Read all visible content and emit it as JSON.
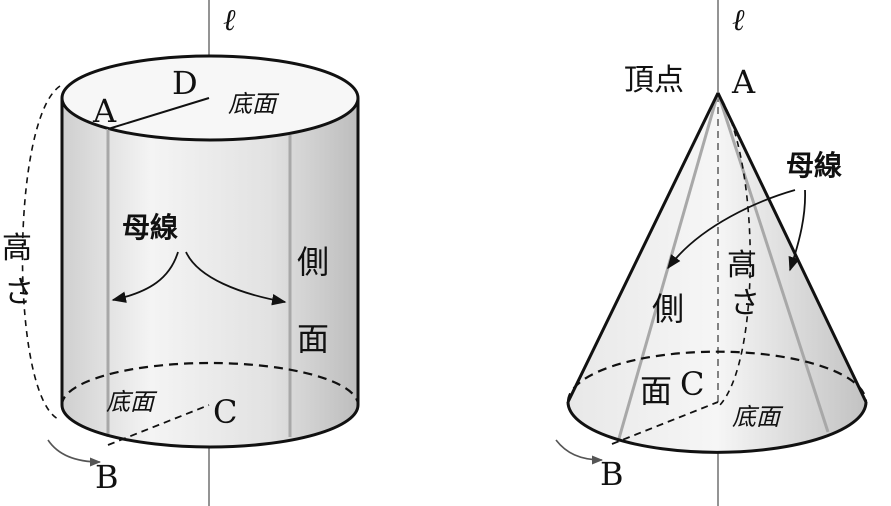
{
  "axis_symbol": "ℓ",
  "cylinder": {
    "point_a": "A",
    "point_b": "B",
    "point_c": "C",
    "point_d": "D",
    "top_base": "底面",
    "bottom_base": "底面",
    "generatrix": "母線",
    "lateral_1": "側",
    "lateral_2": "面",
    "height_1": "高",
    "height_2": "さ"
  },
  "cone": {
    "vertex_label": "頂点",
    "point_a": "A",
    "point_b": "B",
    "point_c": "C",
    "base": "底面",
    "generatrix": "母線",
    "lateral_1": "側",
    "lateral_2": "面",
    "height_1": "高",
    "height_2": "さ"
  }
}
